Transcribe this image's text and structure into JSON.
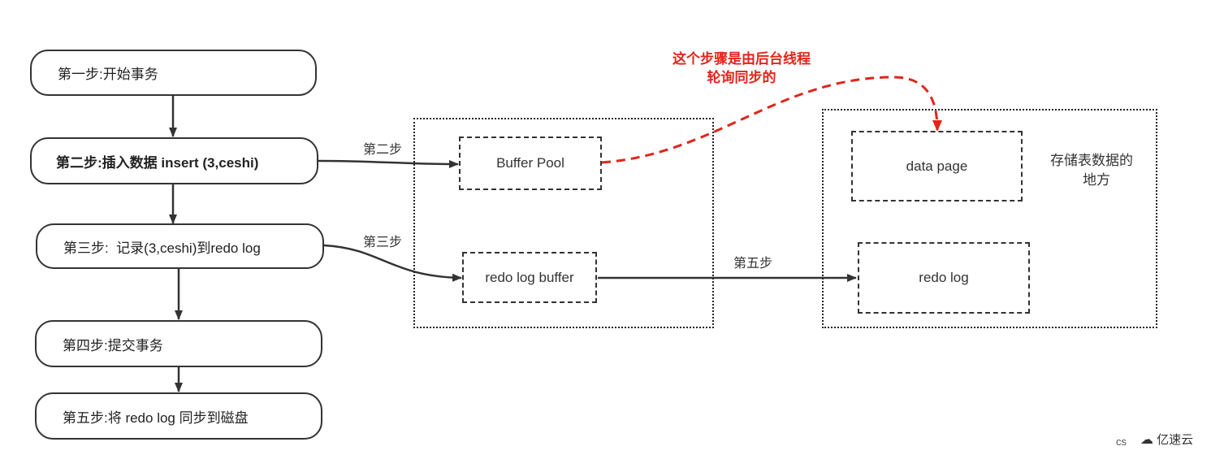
{
  "steps": [
    "第一步:开始事务",
    "第二步:插入数据 insert (3,ceshi)",
    "第三步:  记录(3,ceshi)到redo log",
    "第四步:提交事务",
    "第五步:将 redo log 同步到磁盘"
  ],
  "memory": {
    "buffer_pool": "Buffer Pool",
    "redo_log_buffer": "redo log buffer"
  },
  "disk": {
    "data_page": "data page",
    "redo_log": "redo log",
    "description_line1": "存储表数据的",
    "description_line2": "地方"
  },
  "edge_labels": {
    "step2": "第二步",
    "step3": "第三步",
    "step5": "第五步"
  },
  "note": {
    "line1": "这个步骤是由后台线程",
    "line2": "轮询同步的",
    "color": "#e2241b"
  },
  "watermark": {
    "left": "cs",
    "right": "亿速云"
  }
}
